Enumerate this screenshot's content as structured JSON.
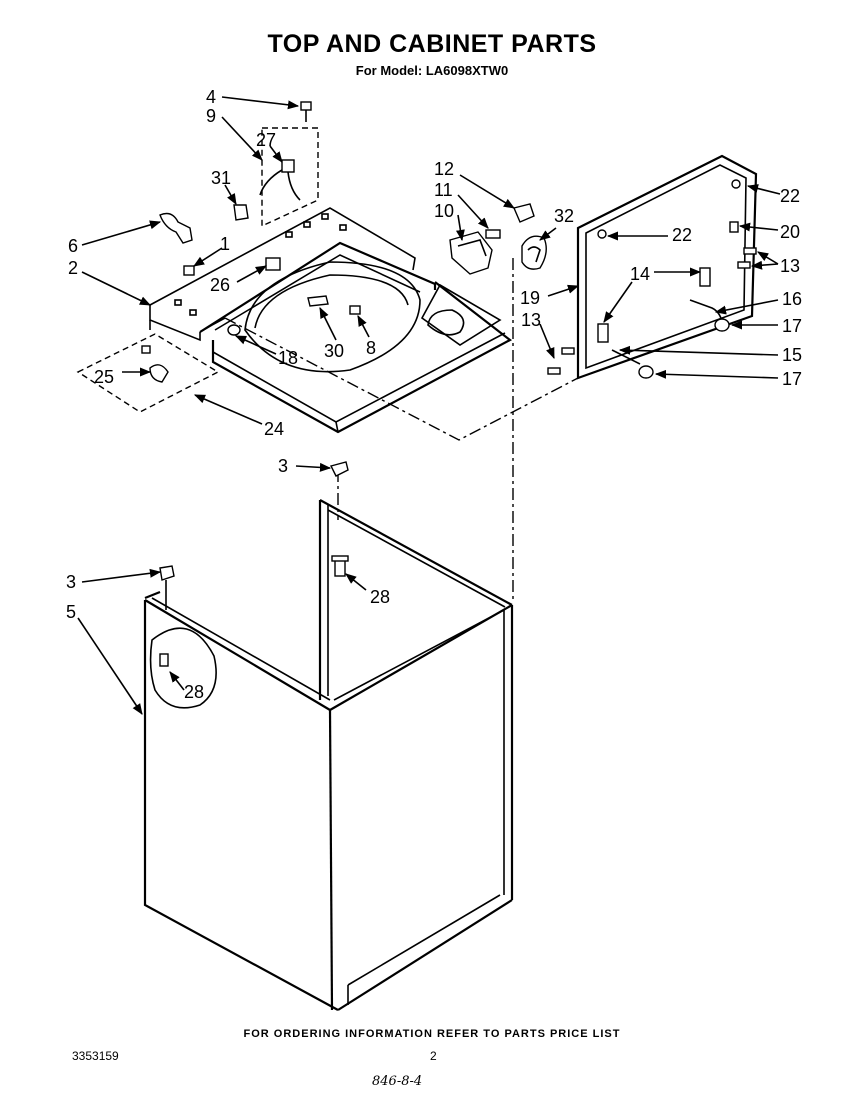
{
  "header": {
    "title": "TOP AND CABINET PARTS",
    "subtitle": "For Model: LA6098XTW0"
  },
  "footer": {
    "ordering_note": "FOR ORDERING INFORMATION REFER TO PARTS PRICE LIST",
    "doc_number": "3353159",
    "page_number": "2",
    "handwritten_note": "846-8-4"
  },
  "callouts": [
    {
      "id": "c4",
      "label": "4"
    },
    {
      "id": "c9",
      "label": "9"
    },
    {
      "id": "c27",
      "label": "27"
    },
    {
      "id": "c31",
      "label": "31"
    },
    {
      "id": "c6",
      "label": "6"
    },
    {
      "id": "c1",
      "label": "1"
    },
    {
      "id": "c2",
      "label": "2"
    },
    {
      "id": "c26",
      "label": "26"
    },
    {
      "id": "c25",
      "label": "25"
    },
    {
      "id": "c18",
      "label": "18"
    },
    {
      "id": "c30",
      "label": "30"
    },
    {
      "id": "c8",
      "label": "8"
    },
    {
      "id": "c24",
      "label": "24"
    },
    {
      "id": "c12",
      "label": "12"
    },
    {
      "id": "c11",
      "label": "11"
    },
    {
      "id": "c10",
      "label": "10"
    },
    {
      "id": "c32",
      "label": "32"
    },
    {
      "id": "c22a",
      "label": "22"
    },
    {
      "id": "c22b",
      "label": "22"
    },
    {
      "id": "c20",
      "label": "20"
    },
    {
      "id": "c13a",
      "label": "13"
    },
    {
      "id": "c14",
      "label": "14"
    },
    {
      "id": "c19",
      "label": "19"
    },
    {
      "id": "c16",
      "label": "16"
    },
    {
      "id": "c17a",
      "label": "17"
    },
    {
      "id": "c13b",
      "label": "13"
    },
    {
      "id": "c15",
      "label": "15"
    },
    {
      "id": "c17b",
      "label": "17"
    },
    {
      "id": "c3a",
      "label": "3"
    },
    {
      "id": "c28a",
      "label": "28"
    },
    {
      "id": "c3b",
      "label": "3"
    },
    {
      "id": "c5",
      "label": "5"
    },
    {
      "id": "c28b",
      "label": "28"
    }
  ]
}
